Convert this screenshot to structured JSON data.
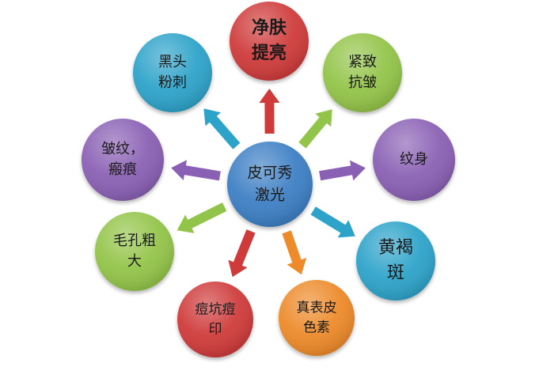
{
  "center": {
    "lines": [
      "皮可秀",
      "激光"
    ],
    "color": "#3d7fc4"
  },
  "nodes": [
    {
      "id": "whitening",
      "lines": [
        "净肤",
        "提亮"
      ],
      "color": "#cf3a3a",
      "bold": true
    },
    {
      "id": "firming",
      "lines": [
        "紧致",
        "抗皱"
      ],
      "color": "#93c44a"
    },
    {
      "id": "tattoo",
      "lines": [
        "纹身"
      ],
      "color": "#8a60b4"
    },
    {
      "id": "chloasma",
      "lines": [
        "黄褐",
        "斑"
      ],
      "color": "#2ea3c9"
    },
    {
      "id": "dermal-pigment",
      "lines": [
        "真表皮",
        "色素"
      ],
      "color": "#ed8a2a"
    },
    {
      "id": "acne-scar",
      "lines": [
        "痘坑痘",
        "印"
      ],
      "color": "#cf3a3a"
    },
    {
      "id": "pores",
      "lines": [
        "毛孔粗",
        "大"
      ],
      "color": "#93c44a"
    },
    {
      "id": "wrinkles-scars",
      "lines": [
        "皱纹，",
        "瘢痕"
      ],
      "color": "#8a60b4"
    },
    {
      "id": "blackheads",
      "lines": [
        "黑头",
        "粉刺"
      ],
      "color": "#2ea3c9"
    }
  ]
}
